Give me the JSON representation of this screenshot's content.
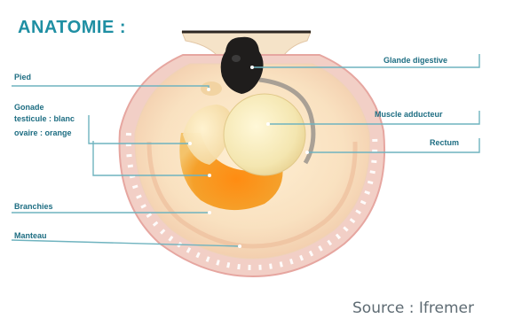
{
  "title": "ANATOMIE :",
  "labels": {
    "pied": "Pied",
    "gonade": "Gonade",
    "testicule": "testicule : blanc",
    "ovaire": "ovaire : orange",
    "branchies": "Branchies",
    "manteau": "Manteau",
    "glande": "Glande digestive",
    "muscle": "Muscle adducteur",
    "rectum": "Rectum"
  },
  "source": "Source : Ifremer",
  "colors": {
    "accent": "#1f8fa3",
    "label": "#1d6d82",
    "leader": "#6fb3bf",
    "shell_rim": "#e7a9a0",
    "gonad_orange": "#f39a16",
    "gonad_white": "#f7dfa9",
    "muscle": "#f3e7b6",
    "gland": "#1f1d1c"
  }
}
